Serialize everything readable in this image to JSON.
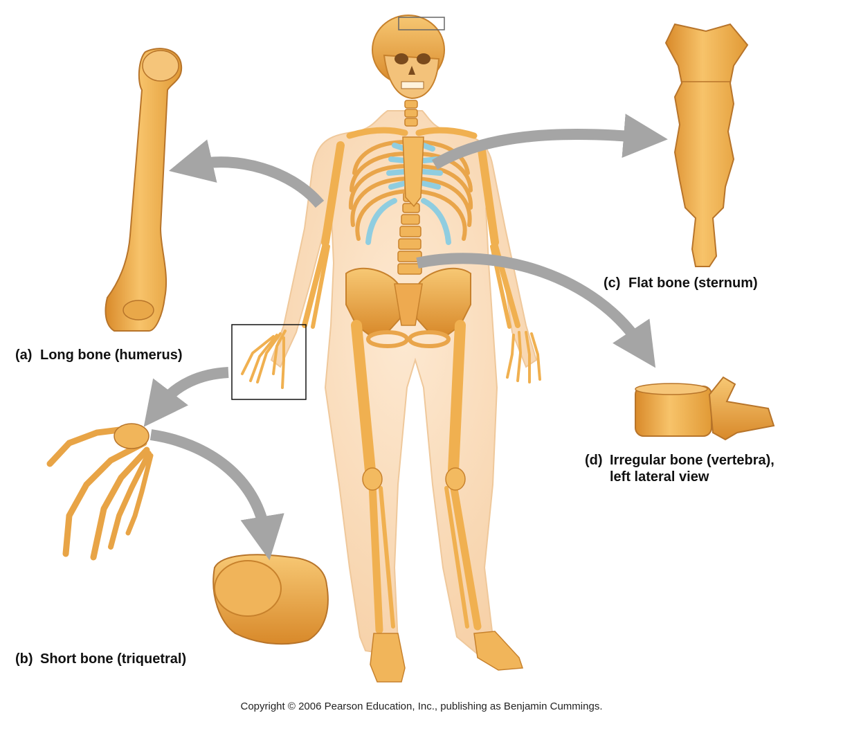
{
  "labels": {
    "a": {
      "tag": "(a)",
      "text": "Long bone (humerus)"
    },
    "b": {
      "tag": "(b)",
      "text": "Short bone (triquetral)"
    },
    "c": {
      "tag": "(c)",
      "text": "Flat bone (sternum)"
    },
    "d": {
      "tag": "(d)",
      "line1": "Irregular bone (vertebra),",
      "line2": "left lateral view"
    }
  },
  "copyright": "Copyright © 2006 Pearson Education, Inc., publishing as Benjamin Cummings.",
  "colors": {
    "bone": "#f3b552",
    "bone_shadow": "#d98a2a",
    "skin": "#fbe1c4",
    "cartilage": "#8fcde0",
    "arrow": "#a5a5a5"
  }
}
